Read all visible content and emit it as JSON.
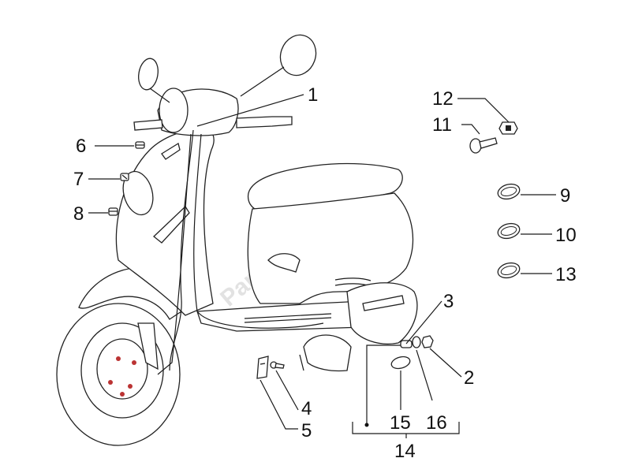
{
  "watermark": "PartsRepublik",
  "callouts": {
    "n1": "1",
    "n2": "2",
    "n3": "3",
    "n4": "4",
    "n5": "5",
    "n6": "6",
    "n7": "7",
    "n8": "8",
    "n9": "9",
    "n10": "10",
    "n11": "11",
    "n12": "12",
    "n13": "13",
    "n14": "14",
    "n15": "15",
    "n16": "16"
  }
}
